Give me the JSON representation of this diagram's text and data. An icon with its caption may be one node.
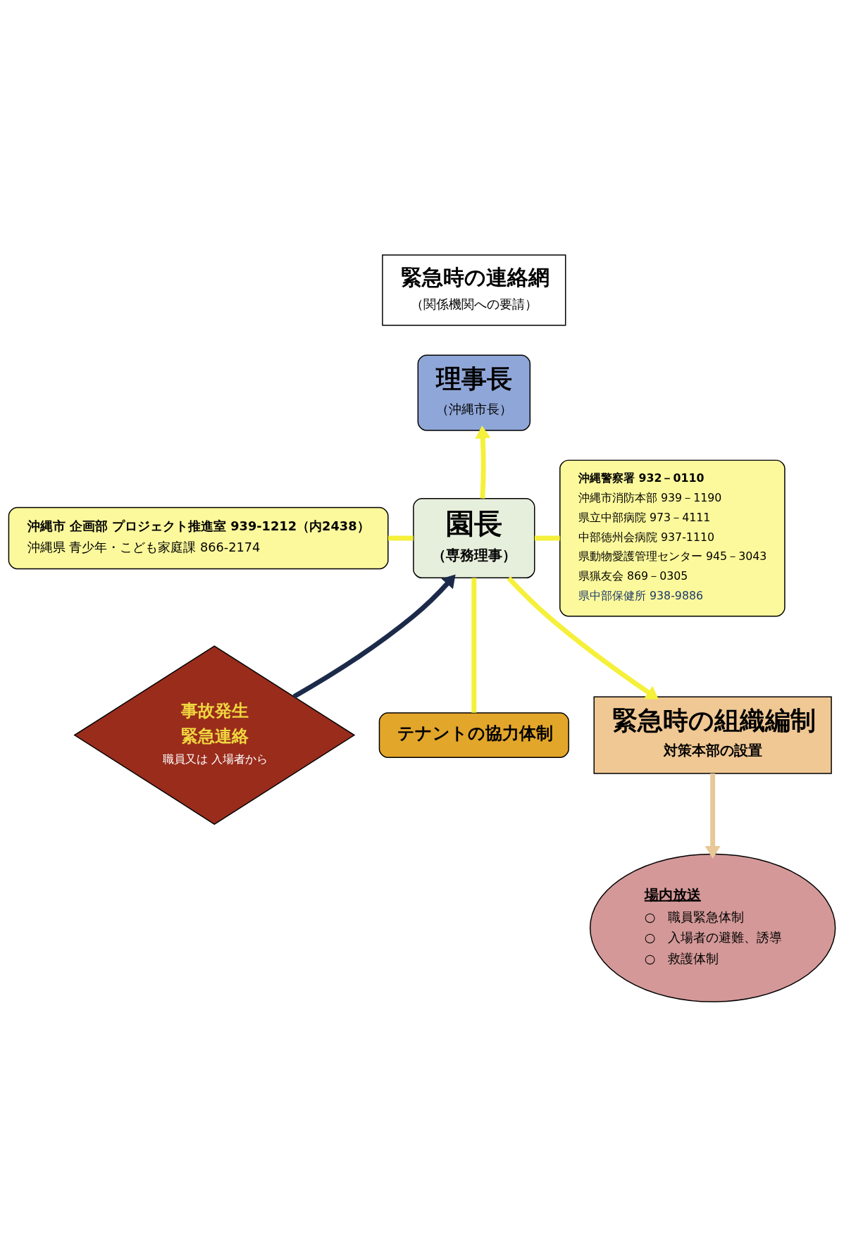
{
  "diagram": {
    "nodes": [
      {
        "text": [
          "緊急時の連絡網",
          "（関係機関への要請）"
        ]
      },
      {
        "text": [
          "理事長",
          "（沖縄市長）"
        ]
      },
      {
        "text": [
          "沖縄市 企画部 プロジェクト推進室 939-1212（内2438）",
          "沖縄県 青少年・こども家庭課 866-2174"
        ]
      },
      {
        "text": [
          "園長",
          "（専務理事）"
        ]
      },
      {
        "text": [
          "沖縄警察署 932－0110",
          "沖縄市消防本部 939－1190",
          "県立中部病院 973－4111",
          "中部徳州会病院 937-1110",
          "県動物愛護管理センター 945－3043",
          "県猟友会 869－0305",
          "県中部保健所 938-9886"
        ]
      },
      {
        "text": [
          "事故発生",
          "緊急連絡",
          "職員又は 入場者から"
        ]
      },
      {
        "text": [
          "テナントの協力体制"
        ]
      },
      {
        "text": [
          "緊急時の組織編制",
          "対策本部の設置"
        ]
      },
      {
        "text": [
          "場内放送",
          "○　職員緊急体制",
          "○　入場者の避難、誘導",
          "○　救護体制"
        ]
      }
    ],
    "edges": [
      {
        "from": 3,
        "to": 1,
        "arrow": "to"
      },
      {
        "from": 3,
        "to": 2,
        "arrow": "none"
      },
      {
        "from": 3,
        "to": 4,
        "arrow": "none"
      },
      {
        "from": 5,
        "to": 3,
        "arrow": "to",
        "color": "#1c2a4a"
      },
      {
        "from": 3,
        "to": 7,
        "arrow": "to"
      },
      {
        "from": 3,
        "to": 6,
        "arrow": "none"
      },
      {
        "from": 7,
        "to": 8,
        "arrow": "to",
        "color": "#e8c898"
      }
    ]
  }
}
